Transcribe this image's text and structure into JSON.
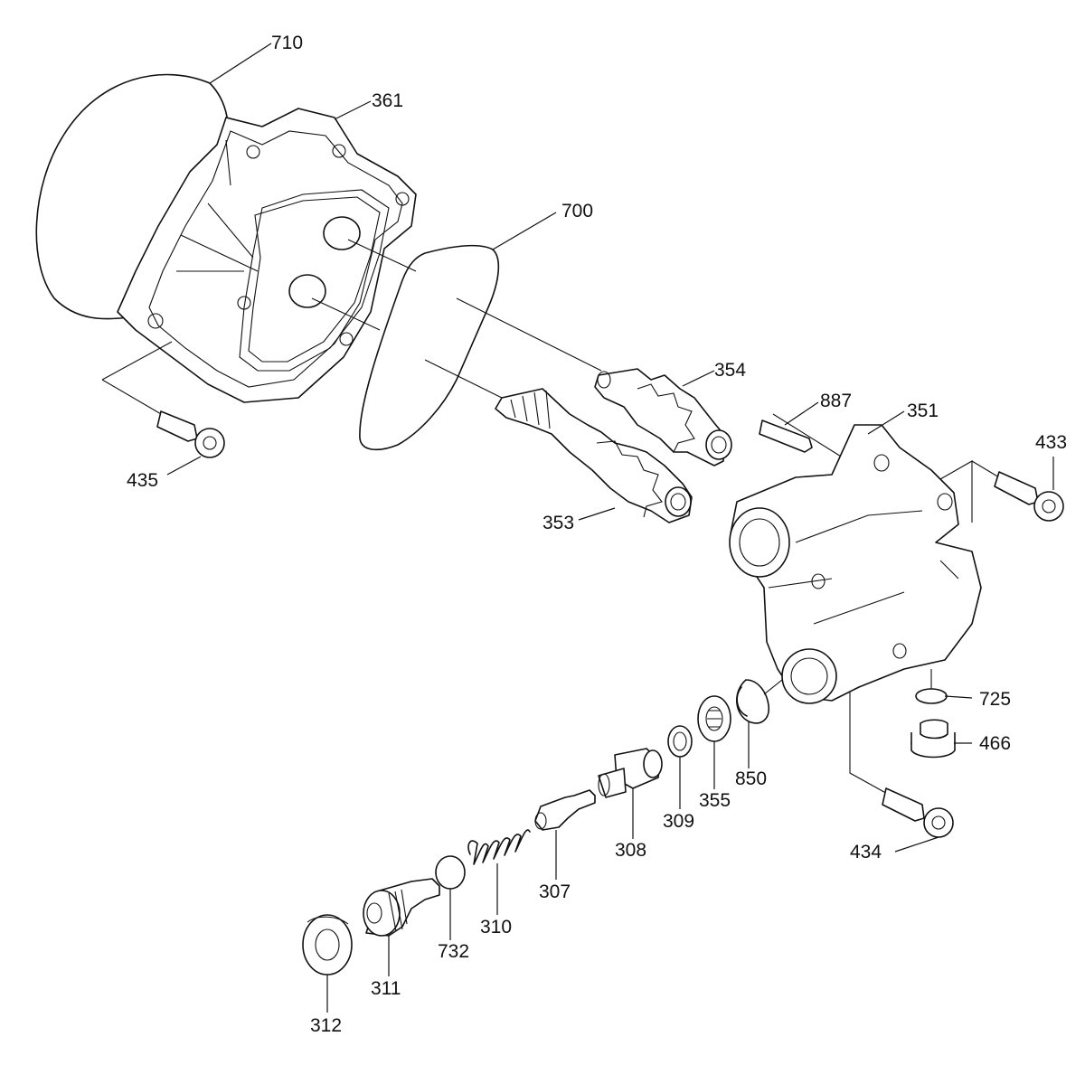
{
  "parts": [
    {
      "key": "p710",
      "number": "710",
      "name": "large-o-ring"
    },
    {
      "key": "p361",
      "number": "361",
      "name": "front-case"
    },
    {
      "key": "p700",
      "number": "700",
      "name": "gasket"
    },
    {
      "key": "p354",
      "number": "354",
      "name": "driven-gear"
    },
    {
      "key": "p887",
      "number": "887",
      "name": "pin"
    },
    {
      "key": "p351",
      "number": "351",
      "name": "gear-case"
    },
    {
      "key": "p433",
      "number": "433",
      "name": "bolt-right"
    },
    {
      "key": "p435",
      "number": "435",
      "name": "bolt-left"
    },
    {
      "key": "p353",
      "number": "353",
      "name": "drive-gear"
    },
    {
      "key": "p725",
      "number": "725",
      "name": "small-o-ring"
    },
    {
      "key": "p466",
      "number": "466",
      "name": "plug"
    },
    {
      "key": "p850",
      "number": "850",
      "name": "snap-ring"
    },
    {
      "key": "p355",
      "number": "355",
      "name": "filter"
    },
    {
      "key": "p309",
      "number": "309",
      "name": "ring"
    },
    {
      "key": "p308",
      "number": "308",
      "name": "seat"
    },
    {
      "key": "p307",
      "number": "307",
      "name": "poppet"
    },
    {
      "key": "p434",
      "number": "434",
      "name": "bolt-lower"
    },
    {
      "key": "p310",
      "number": "310",
      "name": "spring"
    },
    {
      "key": "p732",
      "number": "732",
      "name": "o-ring-adjust"
    },
    {
      "key": "p311",
      "number": "311",
      "name": "adjusting-screw"
    },
    {
      "key": "p312",
      "number": "312",
      "name": "lock-nut"
    }
  ],
  "labels": {
    "p710": "710",
    "p361": "361",
    "p700": "700",
    "p354": "354",
    "p887": "887",
    "p351": "351",
    "p433": "433",
    "p435": "435",
    "p353": "353",
    "p725": "725",
    "p466": "466",
    "p850": "850",
    "p355": "355",
    "p309": "309",
    "p308": "308",
    "p307": "307",
    "p434": "434",
    "p310": "310",
    "p732": "732",
    "p311": "311",
    "p312": "312"
  }
}
